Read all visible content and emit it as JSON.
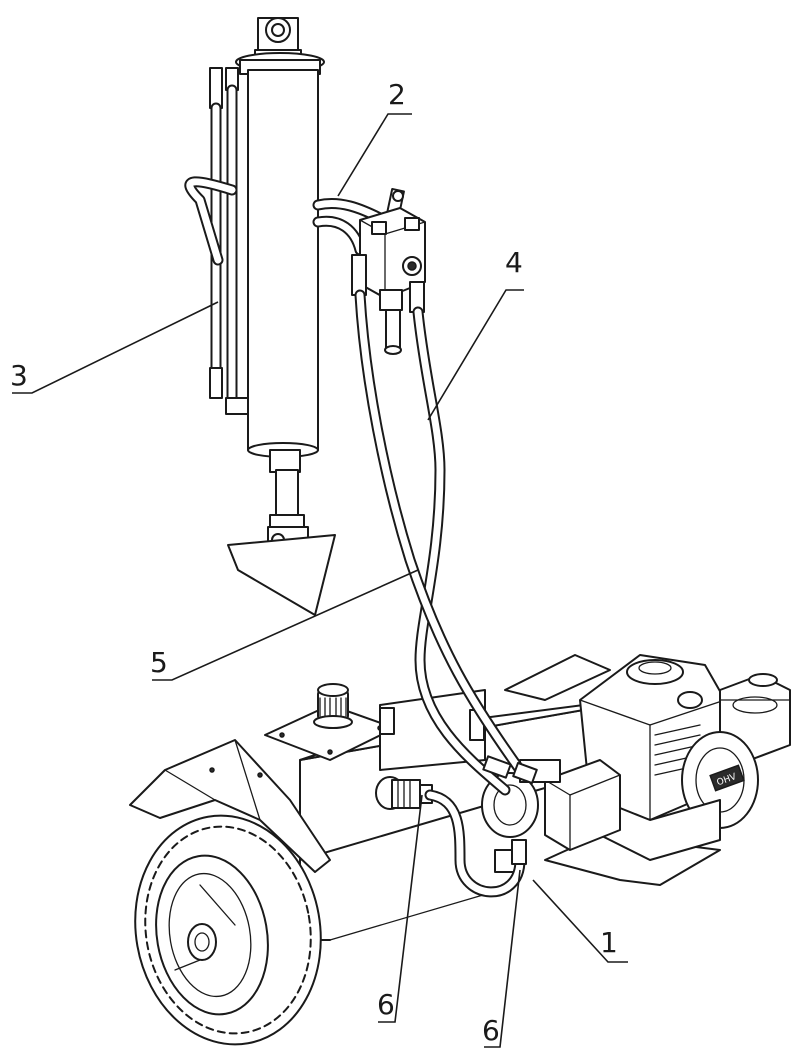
{
  "callouts": [
    {
      "id": "1",
      "label": "1"
    },
    {
      "id": "2",
      "label": "2"
    },
    {
      "id": "3",
      "label": "3"
    },
    {
      "id": "4",
      "label": "4"
    },
    {
      "id": "5",
      "label": "5"
    },
    {
      "id": "6a",
      "label": "6"
    },
    {
      "id": "6b",
      "label": "6"
    }
  ],
  "engine_badge": "OHV",
  "colors": {
    "line": "#1a1a1a",
    "background": "#ffffff"
  }
}
